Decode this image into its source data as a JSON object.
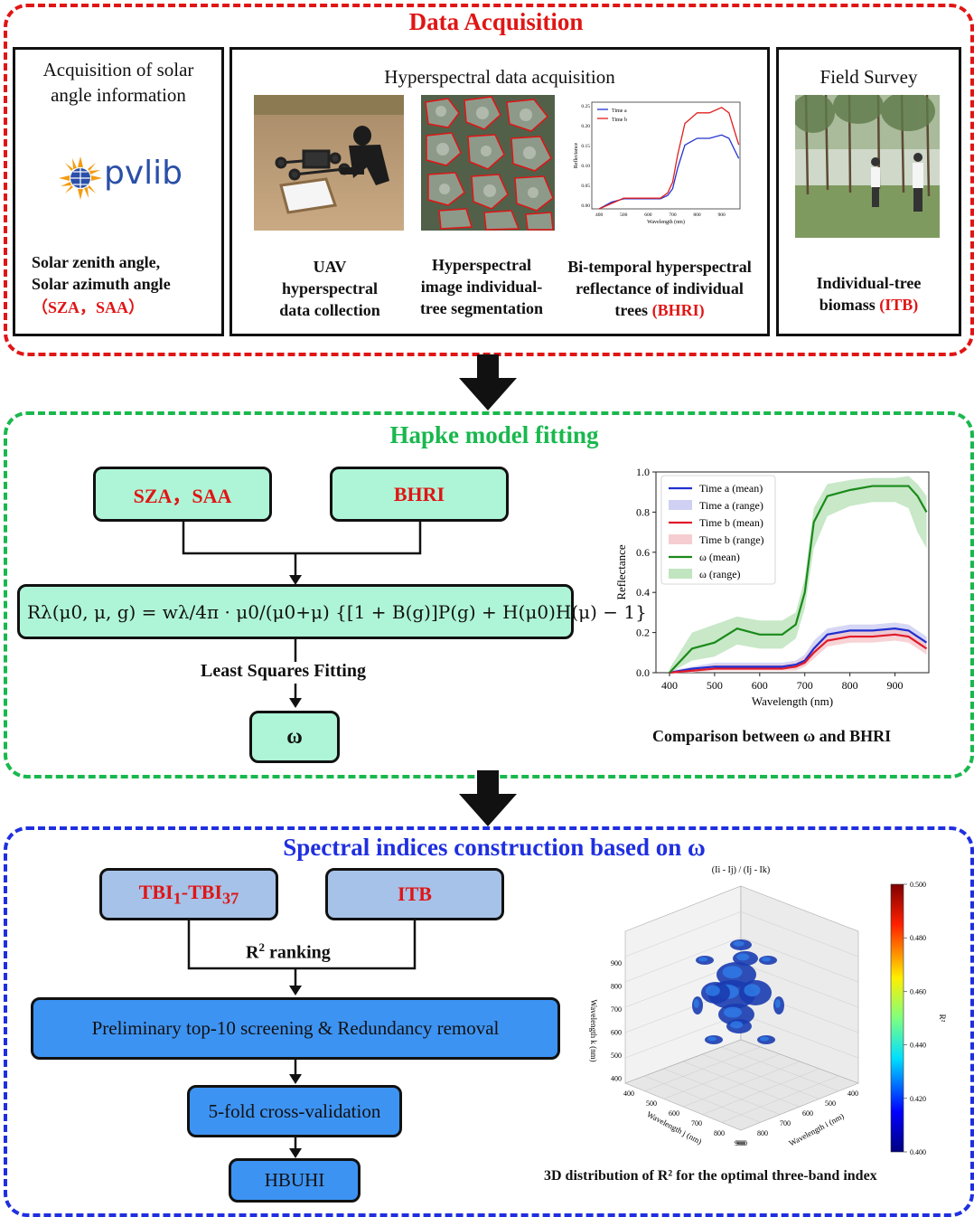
{
  "sections": {
    "acquisition": {
      "title": "Data Acquisition",
      "solar": {
        "title_line1": "Acquisition of solar",
        "title_line2": "angle information",
        "logo_text": "pvlib",
        "caption_line1": "Solar zenith angle,",
        "caption_line2": "Solar azimuth angle",
        "caption_line3": "（SZA，SAA）"
      },
      "hyper": {
        "title": "Hyperspectral data acquisition",
        "cap1_line1": "UAV",
        "cap1_line2": "hyperspectral",
        "cap1_line3": "data collection",
        "cap2_line1": "Hyperspectral",
        "cap2_line2": "image individual-",
        "cap2_line3": "tree segmentation",
        "cap3_line1": "Bi-temporal hyperspectral",
        "cap3_line2": "reflectance of individual",
        "cap3_line3a": "trees",
        "cap3_line3b": "(BHRI)",
        "mini_legend": [
          "Time a",
          "Time b"
        ],
        "mini_ylabel": "Reflectance",
        "mini_xlabel": "Wavelength (nm)",
        "mini_yticks": [
          "0.25",
          "0.20",
          "0.15",
          "0.10",
          "0.05",
          "0.00"
        ],
        "mini_xticks": [
          "400",
          "500",
          "600",
          "700",
          "800",
          "900"
        ]
      },
      "field": {
        "title": "Field Survey",
        "caption_line1": "Individual-tree",
        "caption_line2a": "biomass",
        "caption_line2b": "(ITB)"
      }
    },
    "hapke": {
      "title": "Hapke model fitting",
      "box_sza": "SZA，SAA",
      "box_bhri": "BHRI",
      "formula": "Rλ(μ0, μ, g) = wλ/4π · μ0/(μ0+μ) {[1 + B(g)]P(g) + H(μ0)H(μ) − 1}",
      "fit_label": "Least Squares Fitting",
      "omega": "ω",
      "chart_caption": "Comparison between ω and BHRI"
    },
    "spectral": {
      "title": "Spectral indices construction based on ω",
      "tbi_main_1": "TBI",
      "tbi_sub_1": "1",
      "tbi_dash": "-TBI",
      "tbi_sub_2": "37",
      "itb": "ITB",
      "r2_label_main": "R",
      "r2_label_sup": "2",
      "r2_label_rest": " ranking",
      "screening": "Preliminary top-10 screening & Redundancy removal",
      "cv": "5-fold cross-validation",
      "hbuhi": "HBUHI",
      "plot_title": "(Ii - Ij) / (Ij - Ik)",
      "plot_caption": "3D distribution of R² for the optimal three-band index",
      "zlabel": "Wavelength k (nm)",
      "xlabel": "Wavelength j (nm)",
      "ylabel": "Wavelength i (nm)",
      "zticks": [
        "900",
        "800",
        "700",
        "600",
        "500",
        "400"
      ],
      "xticks": [
        "400",
        "500",
        "600",
        "700",
        "800",
        "900"
      ],
      "yticks": [
        "400",
        "500",
        "600",
        "700",
        "800",
        "900"
      ],
      "colorbar_ticks": [
        "0.500",
        "0.480",
        "0.460",
        "0.440",
        "0.420",
        "0.400"
      ],
      "colorbar_label": "R²"
    }
  },
  "chart_data": {
    "type": "line",
    "title": "",
    "xlabel": "Wavelength (nm)",
    "ylabel": "Reflectance",
    "xlim": [
      370,
      975
    ],
    "ylim": [
      0,
      1.0
    ],
    "xticks": [
      "400",
      "500",
      "600",
      "700",
      "800",
      "900"
    ],
    "yticks": [
      "0.0",
      "0.2",
      "0.4",
      "0.6",
      "0.8",
      "1.0"
    ],
    "legend_position": "top-left",
    "grid": false,
    "x": [
      400,
      450,
      500,
      550,
      600,
      650,
      680,
      700,
      720,
      750,
      800,
      850,
      900,
      930,
      950,
      970
    ],
    "series": [
      {
        "name": "Time a (mean)",
        "color": "#1f2fd0",
        "values": [
          0.0,
          0.02,
          0.03,
          0.03,
          0.03,
          0.03,
          0.04,
          0.06,
          0.12,
          0.19,
          0.21,
          0.21,
          0.22,
          0.21,
          0.18,
          0.15
        ]
      },
      {
        "name": "Time a (range)",
        "color": "#c8c8f2",
        "upper": [
          0.01,
          0.03,
          0.05,
          0.05,
          0.05,
          0.05,
          0.06,
          0.09,
          0.16,
          0.22,
          0.24,
          0.24,
          0.25,
          0.24,
          0.21,
          0.18
        ],
        "lower": [
          0.0,
          0.01,
          0.02,
          0.02,
          0.02,
          0.02,
          0.02,
          0.04,
          0.09,
          0.16,
          0.18,
          0.18,
          0.19,
          0.18,
          0.15,
          0.12
        ]
      },
      {
        "name": "Time b (mean)",
        "color": "#e01a2a",
        "values": [
          0.0,
          0.01,
          0.02,
          0.02,
          0.02,
          0.02,
          0.03,
          0.05,
          0.1,
          0.16,
          0.18,
          0.18,
          0.19,
          0.18,
          0.15,
          0.12
        ]
      },
      {
        "name": "Time b (range)",
        "color": "#f4c4c8",
        "upper": [
          0.01,
          0.02,
          0.04,
          0.04,
          0.04,
          0.04,
          0.05,
          0.08,
          0.13,
          0.19,
          0.21,
          0.21,
          0.22,
          0.21,
          0.18,
          0.15
        ],
        "lower": [
          0.0,
          0.0,
          0.01,
          0.01,
          0.01,
          0.01,
          0.01,
          0.03,
          0.07,
          0.13,
          0.15,
          0.15,
          0.16,
          0.15,
          0.12,
          0.09
        ]
      },
      {
        "name": "ω (mean)",
        "color": "#1a8a1a",
        "values": [
          0.0,
          0.12,
          0.15,
          0.22,
          0.19,
          0.19,
          0.24,
          0.4,
          0.75,
          0.88,
          0.91,
          0.93,
          0.93,
          0.93,
          0.88,
          0.8
        ]
      },
      {
        "name": "ω (range)",
        "color": "#b5e0b5",
        "upper": [
          0.02,
          0.2,
          0.24,
          0.28,
          0.26,
          0.26,
          0.3,
          0.47,
          0.82,
          0.94,
          0.96,
          0.97,
          0.97,
          0.98,
          0.94,
          0.88
        ],
        "lower": [
          0.0,
          0.06,
          0.08,
          0.14,
          0.12,
          0.12,
          0.17,
          0.32,
          0.62,
          0.78,
          0.83,
          0.85,
          0.85,
          0.82,
          0.7,
          0.62
        ]
      }
    ]
  }
}
